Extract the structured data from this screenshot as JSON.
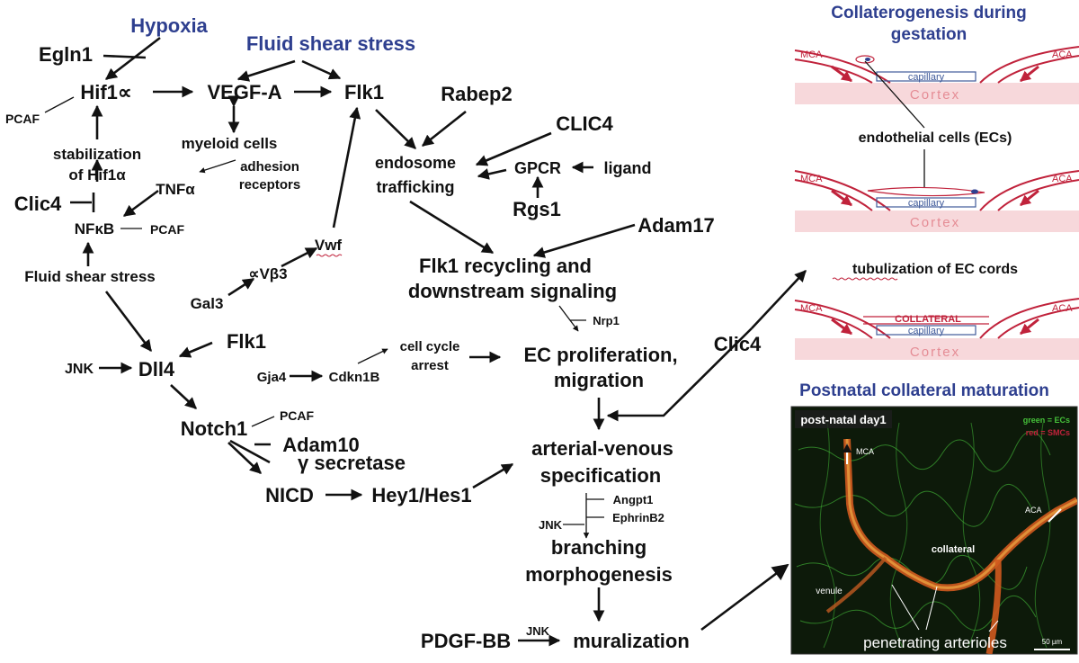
{
  "labels": {
    "hypoxia": "Hypoxia",
    "egln1": "Egln1",
    "hif1": "Hif1∝",
    "pcaf1": "PCAF",
    "stab_l1": "stabilization",
    "stab_l2": "of Hif1α",
    "fss_top": "Fluid shear stress",
    "vegfa": "VEGF-A",
    "flk1_top": "Flk1",
    "myeloid": "myeloid cells",
    "adhesion_l1": "adhesion",
    "adhesion_l2": "receptors",
    "tnfa": "TNFα",
    "clic4_left": "Clic4",
    "nfkb": "NFκB",
    "pcaf2": "PCAF",
    "fss_left": "Fluid shear stress",
    "vwf": "Vwf",
    "avb3": "∝Vβ3",
    "gal3": "Gal3",
    "rabep2": "Rabep2",
    "clic4_cap": "CLIC4",
    "endo_l1": "endosome",
    "endo_l2": "trafficking",
    "gpcr": "GPCR",
    "ligand": "ligand",
    "rgs1": "Rgs1",
    "adam17": "Adam17",
    "recyc_l1": "Flk1 recycling and",
    "recyc_l2": "downstream signaling",
    "nrp1": "Nrp1",
    "ecprolif_l1": "EC proliferation,",
    "ecprolif_l2": "migration",
    "clic4_right": "Clic4",
    "cellcycle_l1": "cell cycle",
    "cellcycle_l2": "arrest",
    "gja4": "Gja4",
    "cdkn1b": "Cdkn1B",
    "flk1_mid": "Flk1",
    "jnk1": "JNK",
    "dll4": "Dll4",
    "notch1": "Notch1",
    "pcaf3": "PCAF",
    "adam10": "Adam10",
    "gsec": "γ secretase",
    "nicd": "NICD",
    "hey1": "Hey1/Hes1",
    "av_l1": "arterial-venous",
    "av_l2": "specification",
    "angpt1": "Angpt1",
    "ephrinb2": "EphrinB2",
    "jnk2": "JNK",
    "branch_l1": "branching",
    "branch_l2": "morphogenesis",
    "pdgfbb": "PDGF-BB",
    "jnk3": "JNK",
    "mural": "muralization"
  },
  "panels": {
    "gest_title_l1": "Collaterogenesis during",
    "gest_title_l2": "gestation",
    "mca": "MCA",
    "aca": "ACA",
    "capillary": "capillary",
    "cortex": "Cortex",
    "ecs": "endothelial cells (ECs)",
    "tubul": "tubulization of EC cords",
    "collateral_caps": "COLLATERAL",
    "postnatal_title": "Postnatal collateral maturation",
    "day1": "post-natal day1",
    "legend_green": "green = ECs",
    "legend_red": "red = SMCs",
    "micro_mca": "MCA",
    "micro_aca": "ACA",
    "micro_collateral": "collateral",
    "venule": "venule",
    "penetrating": "penetrating arterioles",
    "scale": "50 µm"
  },
  "colors": {
    "title_blue": "#2e3f8f",
    "vessel_red": "#c0223b",
    "cortex_pink": "#f4c7cc",
    "micro_bg": "#0d1a0a",
    "ec_green": "#46c23a"
  }
}
